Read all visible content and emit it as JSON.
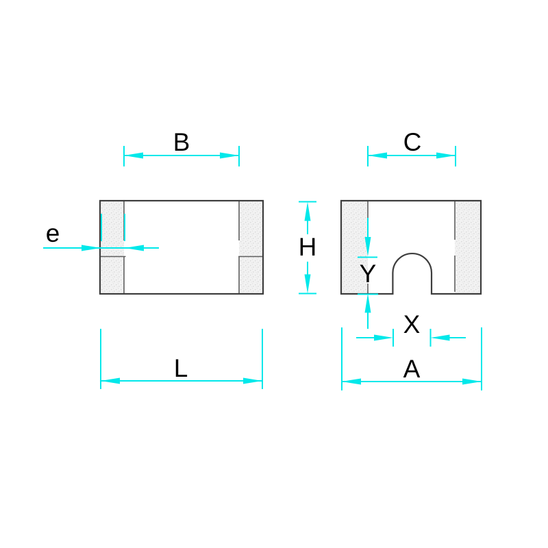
{
  "drawing": {
    "kind": "component-dimension-diagram",
    "left_view": {
      "top_label": "B",
      "left_label": "e",
      "bottom_label": "L",
      "height_label": "H"
    },
    "right_view": {
      "top_label": "C",
      "notch_height_label": "Y",
      "notch_width_label": "X",
      "bottom_label": "A"
    }
  },
  "colors": {
    "dimension_color": "#00E8EA",
    "outline_color": "#3D3D3D",
    "inner_line_color": "#5F5F5F",
    "label_color": "#000000",
    "termination_fill": "#F2F2F2",
    "background": "#FFFFFF"
  }
}
